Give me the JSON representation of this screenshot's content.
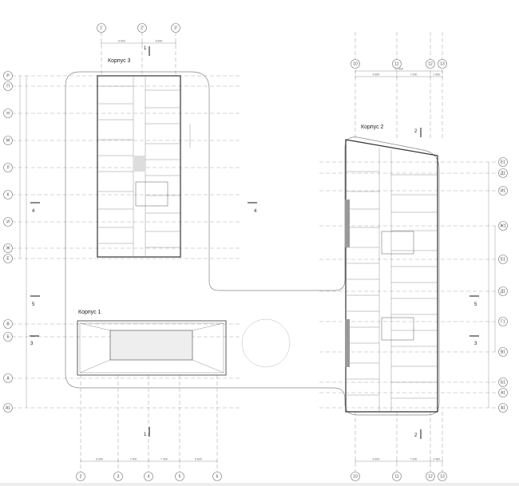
{
  "buildings": {
    "korpus3": "Корпус 3",
    "korpus2": "Корпус 2",
    "korpus1": "Корпус 1"
  },
  "axes": {
    "top_left": [
      "1'",
      "2'",
      "3'"
    ],
    "top_right": [
      "10",
      "11",
      "12",
      "13"
    ],
    "bottom_left": [
      "2",
      "3",
      "4",
      "5",
      "6"
    ],
    "bottom_right": [
      "10",
      "11",
      "12",
      "13"
    ],
    "left": [
      "Р",
      "П",
      "Н",
      "М",
      "Л",
      "К",
      "И",
      "Ж",
      "Е",
      "В",
      "Б",
      "А",
      "А1"
    ],
    "right": [
      "Е1",
      "Д1",
      "И1",
      "Ж1",
      "Е1",
      "Д1",
      "Г1",
      "В1",
      "Б1",
      "А1",
      "А1"
    ]
  },
  "dimensions": {
    "top_left": [
      "6 600",
      "6 600"
    ],
    "top_right_total": "17 900",
    "top_right": [
      "6 600",
      "7 000",
      "1 460"
    ],
    "bottom_left": [
      "6 600",
      "7 400",
      "7 400",
      "6 600"
    ],
    "bottom_right": [
      "6 600",
      "7 000",
      "1 460"
    ]
  },
  "sections": {
    "s1": "1",
    "s2": "2",
    "s3": "3",
    "s4": "4",
    "s5": "5"
  }
}
